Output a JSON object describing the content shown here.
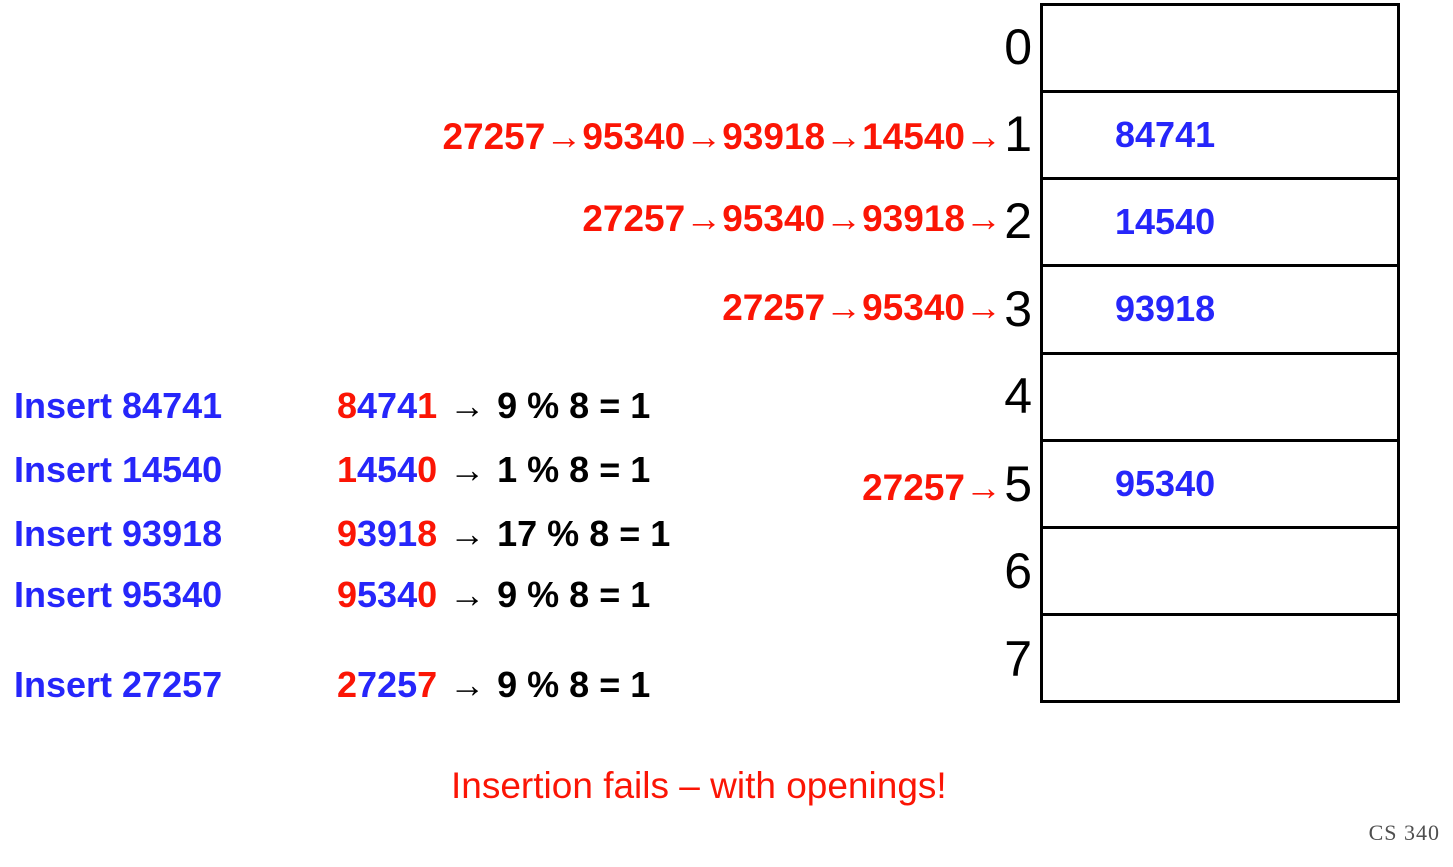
{
  "colors": {
    "red": "#fb1505",
    "blue": "#2626fa",
    "black": "#000000",
    "gray": "#4f4f4f",
    "background": "#ffffff"
  },
  "steps": [
    {
      "insert_label": "Insert 84741",
      "num_first": "8",
      "num_mid": "474",
      "num_last": "1",
      "arrow": "→",
      "formula": "9 % 8 = 1"
    },
    {
      "insert_label": "Insert 14540",
      "num_first": "1",
      "num_mid": "454",
      "num_last": "0",
      "arrow": "→",
      "formula": "1 % 8 = 1"
    },
    {
      "insert_label": "Insert 93918",
      "num_first": "9",
      "num_mid": "391",
      "num_last": "8",
      "arrow": "→",
      "formula": "17 % 8 = 1"
    },
    {
      "insert_label": "Insert 95340",
      "num_first": "9",
      "num_mid": "534",
      "num_last": "0",
      "arrow": "→",
      "formula": "9 % 8 = 1"
    },
    {
      "insert_label": "Insert 27257",
      "num_first": "2",
      "num_mid": "725",
      "num_last": "7",
      "arrow": "→",
      "formula": "9 % 8 = 1"
    }
  ],
  "probe_chains": [
    {
      "target_index": "1",
      "chain": "27257→95340→93918→14540→"
    },
    {
      "target_index": "2",
      "chain": "27257→95340→93918→"
    },
    {
      "target_index": "3",
      "chain": "27257→95340→"
    },
    {
      "target_index": "5",
      "chain": "27257→"
    }
  ],
  "hash_table": {
    "rows": [
      {
        "index": "0",
        "value": ""
      },
      {
        "index": "1",
        "value": "84741"
      },
      {
        "index": "2",
        "value": "14540"
      },
      {
        "index": "3",
        "value": "93918"
      },
      {
        "index": "4",
        "value": ""
      },
      {
        "index": "5",
        "value": "95340"
      },
      {
        "index": "6",
        "value": ""
      },
      {
        "index": "7",
        "value": ""
      }
    ]
  },
  "caption": "Insertion fails – with openings!",
  "watermark": "CS 340"
}
